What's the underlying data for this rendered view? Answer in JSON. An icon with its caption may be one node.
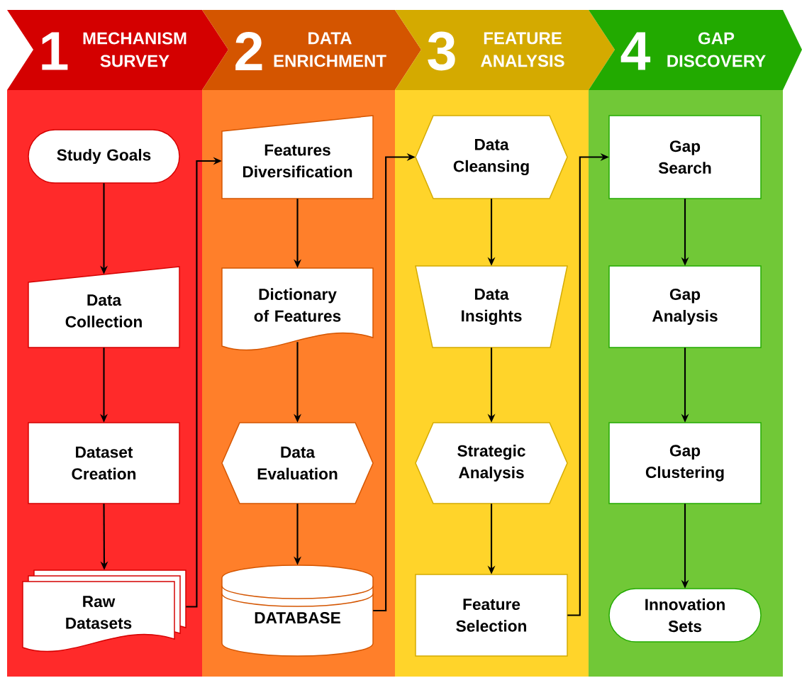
{
  "diagram": {
    "nodes": [
      {
        "text": [
          "1",
          "MECHANISM SURVEY"
        ]
      },
      {
        "text": [
          "Study Goals"
        ],
        "in": 0
      },
      {
        "text": [
          "Data Collection"
        ],
        "in": 0
      },
      {
        "text": [
          "Dataset Creation"
        ],
        "in": 0
      },
      {
        "text": [
          "Raw Datasets"
        ],
        "in": 0
      },
      {
        "text": [
          "2",
          "DATA ENRICHMENT"
        ]
      },
      {
        "text": [
          "Features Diversification"
        ],
        "in": 5
      },
      {
        "text": [
          "Dictionary of Features"
        ],
        "in": 5
      },
      {
        "text": [
          "Data Evaluation"
        ],
        "in": 5
      },
      {
        "text": [
          "DATABASE"
        ],
        "in": 5
      },
      {
        "text": [
          "3",
          "FEATURE ANALYSIS"
        ]
      },
      {
        "text": [
          "Data Cleansing"
        ],
        "in": 10
      },
      {
        "text": [
          "Data Insights"
        ],
        "in": 10
      },
      {
        "text": [
          "Strategic Analysis"
        ],
        "in": 10
      },
      {
        "text": [
          "Feature Selection"
        ],
        "in": 10
      },
      {
        "text": [
          "4",
          "GAP DISCOVERY"
        ]
      },
      {
        "text": [
          "Gap Search"
        ],
        "in": 15
      },
      {
        "text": [
          "Gap Analysis"
        ],
        "in": 15
      },
      {
        "text": [
          "Gap Clustering"
        ],
        "in": 15
      },
      {
        "text": [
          "Innovation Sets"
        ],
        "in": 15
      }
    ],
    "edges": [
      {
        "from": 1,
        "to": 2,
        "arrow": "to"
      },
      {
        "from": 2,
        "to": 3,
        "arrow": "to"
      },
      {
        "from": 3,
        "to": 4,
        "arrow": "to"
      },
      {
        "from": 4,
        "to": 6,
        "arrow": "to"
      },
      {
        "from": 6,
        "to": 7,
        "arrow": "to"
      },
      {
        "from": 7,
        "to": 8,
        "arrow": "to"
      },
      {
        "from": 8,
        "to": 9,
        "arrow": "to"
      },
      {
        "from": 9,
        "to": 11,
        "arrow": "to"
      },
      {
        "from": 11,
        "to": 12,
        "arrow": "to"
      },
      {
        "from": 12,
        "to": 13,
        "arrow": "to"
      },
      {
        "from": 13,
        "to": 14,
        "arrow": "to"
      },
      {
        "from": 14,
        "to": 16,
        "arrow": "to"
      },
      {
        "from": 16,
        "to": 17,
        "arrow": "to"
      },
      {
        "from": 17,
        "to": 18,
        "arrow": "to"
      },
      {
        "from": 18,
        "to": 19,
        "arrow": "to"
      }
    ]
  }
}
